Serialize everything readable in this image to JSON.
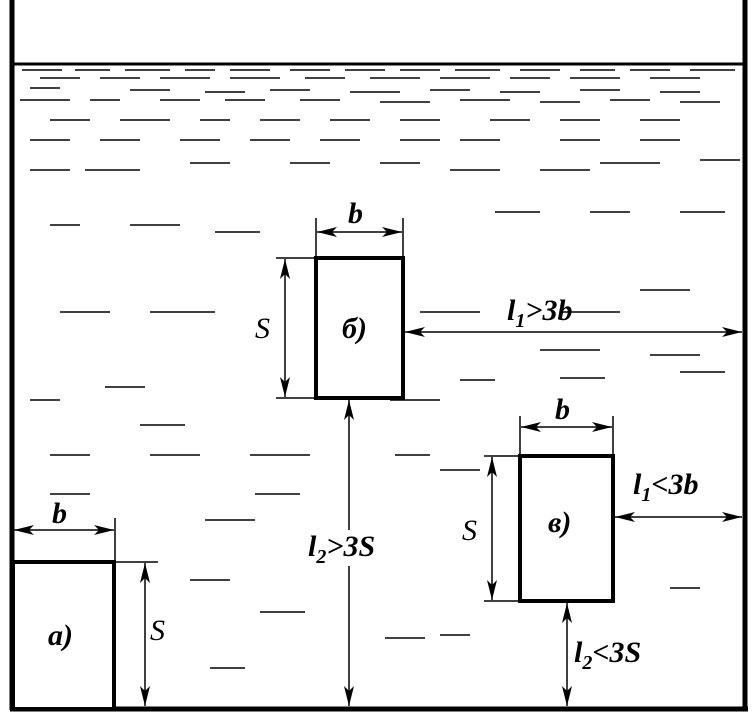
{
  "colors": {
    "ink": "#000000",
    "background": "#ffffff"
  },
  "labels": {
    "body_a": {
      "name": "а)",
      "width": "b",
      "height": "S"
    },
    "body_b": {
      "name": "б)",
      "width": "b",
      "height": "S",
      "gap_right": ">3b",
      "gap_bottom": ">3S"
    },
    "body_v": {
      "name": "в)",
      "width": "b",
      "height": "S",
      "gap_right": "<3b",
      "gap_bottom": "<3S"
    }
  },
  "symbols": {
    "l": "l",
    "sub1": "1",
    "sub2": "2"
  }
}
